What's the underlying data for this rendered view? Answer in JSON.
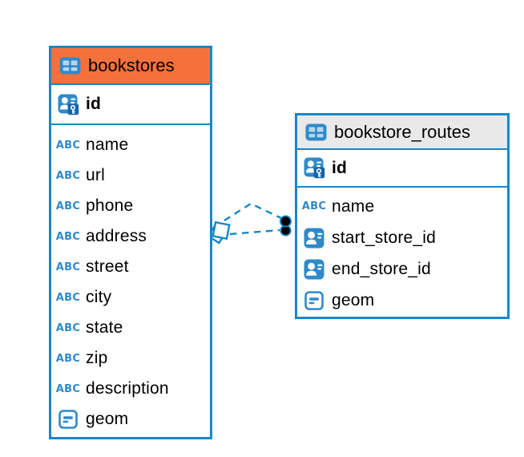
{
  "diagram": {
    "kind": "entity-relationship-diagram",
    "background": "#ffffff"
  },
  "colors": {
    "accent_blue": "#1787c9",
    "icon_blue": "#2f8aca",
    "icon_cell_light": "#b5d6ee",
    "key_overlay_blue": "#1566ab",
    "selected_header_orange": "#f4713c",
    "header_gray": "#e9e9e9",
    "text": "#000000"
  },
  "tables": [
    {
      "name": "bookstores",
      "header_color": "#f4713c",
      "key_column": {
        "name": "id",
        "type": "primary-key"
      },
      "columns": [
        {
          "name": "name",
          "type": "text"
        },
        {
          "name": "url",
          "type": "text"
        },
        {
          "name": "phone",
          "type": "text"
        },
        {
          "name": "address",
          "type": "text"
        },
        {
          "name": "street",
          "type": "text"
        },
        {
          "name": "city",
          "type": "text"
        },
        {
          "name": "state",
          "type": "text"
        },
        {
          "name": "zip",
          "type": "text"
        },
        {
          "name": "description",
          "type": "text"
        },
        {
          "name": "geom",
          "type": "geometry"
        }
      ]
    },
    {
      "name": "bookstore_routes",
      "header_color": "#e9e9e9",
      "key_column": {
        "name": "id",
        "type": "primary-key"
      },
      "columns": [
        {
          "name": "name",
          "type": "text"
        },
        {
          "name": "start_store_id",
          "type": "reference"
        },
        {
          "name": "end_store_id",
          "type": "reference"
        },
        {
          "name": "geom",
          "type": "geometry"
        }
      ]
    }
  ],
  "relationships": [
    {
      "between": [
        "bookstore_routes",
        "bookstores"
      ],
      "line_style": "dashed",
      "bookstores_end_marker": "diamond",
      "bookstore_routes_end_marker": "black-dot"
    },
    {
      "between": [
        "bookstore_routes",
        "bookstores"
      ],
      "line_style": "dashed",
      "bookstores_end_marker": "diamond",
      "bookstore_routes_end_marker": "black-dot"
    }
  ]
}
